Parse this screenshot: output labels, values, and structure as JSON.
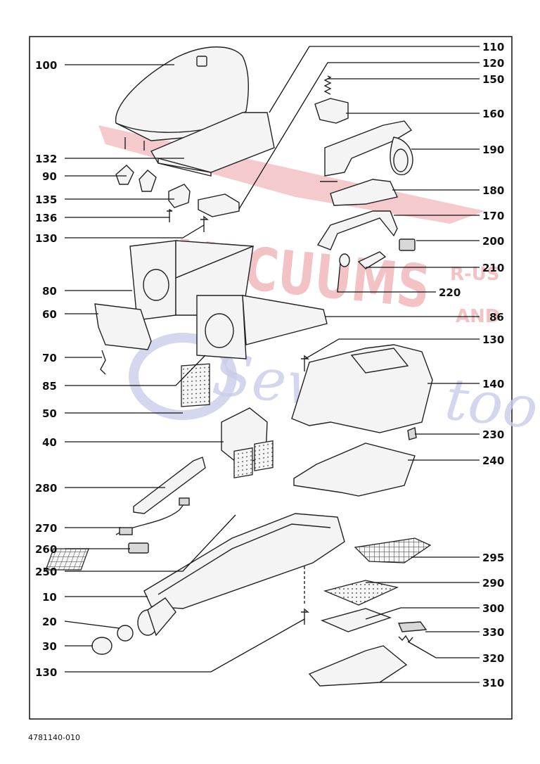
{
  "watermark": {
    "line1": "VACUUMS",
    "line2": "R-US",
    "line3": "AND",
    "line4": "Sewing too",
    "colors": {
      "red": "#f2b8bc",
      "blue": "#c9cde8"
    }
  },
  "drawing_number": "4781140-010",
  "part_labels": {
    "p100": "100",
    "p110": "110",
    "p120": "120",
    "p150": "150",
    "p160": "160",
    "p132": "132",
    "p190": "190",
    "p90": "90",
    "p135": "135",
    "p180": "180",
    "p136": "136",
    "p170": "170",
    "p130a": "130",
    "p200": "200",
    "p210": "210",
    "p80": "80",
    "p220": "220",
    "p60": "60",
    "p86": "86",
    "p130b": "130",
    "p70": "70",
    "p85": "85",
    "p140": "140",
    "p50": "50",
    "p230": "230",
    "p40": "40",
    "p240": "240",
    "p280": "280",
    "p270": "270",
    "p260": "260",
    "p295": "295",
    "p250": "250",
    "p290": "290",
    "p10": "10",
    "p300": "300",
    "p20": "20",
    "p330": "330",
    "p30": "30",
    "p320": "320",
    "p130c": "130",
    "p310": "310"
  }
}
